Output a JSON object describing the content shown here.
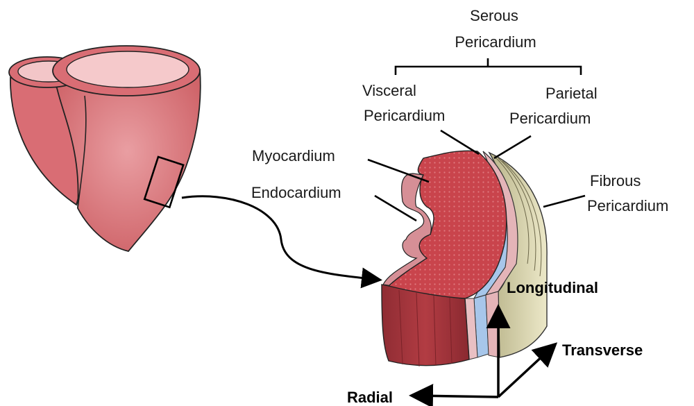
{
  "labels": {
    "serous_line1": "Serous",
    "serous_line2": "Pericardium",
    "visceral_line1": "Visceral",
    "visceral_line2": "Pericardium",
    "parietal_line1": "Parietal",
    "parietal_line2": "Pericardium",
    "myocardium": "Myocardium",
    "endocardium": "Endocardium",
    "fibrous_line1": "Fibrous",
    "fibrous_line2": "Pericardium"
  },
  "axes": {
    "longitudinal": "Longitudinal",
    "transverse": "Transverse",
    "radial": "Radial"
  },
  "colors": {
    "heart_fill": "#d9747a",
    "heart_dark": "#a9434b",
    "heart_inner": "#f4c9cb",
    "myocardium": "#c8484e",
    "visceral_layer": "#a9c7e8",
    "parietal_layer": "#e6b7bb",
    "fibrous_layer": "#d8d4b0",
    "outline": "#1a1a1a"
  }
}
